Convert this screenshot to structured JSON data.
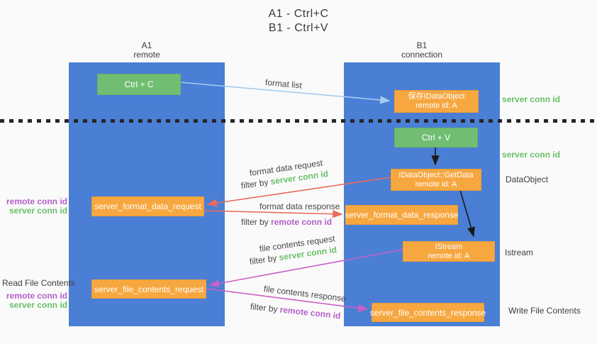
{
  "title": {
    "line1": "A1 - Ctrl+C",
    "line2": "B1 - Ctrl+V"
  },
  "lanes": {
    "left": {
      "name": "A1",
      "subtitle": "remote"
    },
    "right": {
      "name": "B1",
      "subtitle": "connection"
    }
  },
  "nodes": {
    "ctrl_c": "Ctrl + C",
    "save_idataobject_line1": "保存IDataObject",
    "save_idataobject_line2": "remote id: A",
    "ctrl_v": "Ctrl + V",
    "getdata_line1": "IDataObject::GetData",
    "getdata_line2": "remote id: A",
    "istream_line1": "IStream",
    "istream_line2": "remote id: A",
    "format_request": "server_format_data_request",
    "format_response": "server_format_data_response",
    "file_request": "server_file_contents_request",
    "file_response": "server_file_contents_response"
  },
  "labels": {
    "format_list": "format list",
    "server_conn_id": "server conn id",
    "remote_conn_id": "remote conn id",
    "filter_by": "filter by",
    "format_data_request": "format data request",
    "format_data_response": "format data response",
    "file_contents_request": "file contents request",
    "file_contents_response": "file contents response",
    "dataobject": "DataObject",
    "istream": "Istream",
    "read_file_contents": "Read File Contents",
    "write_file_contents": "Write File Contents"
  },
  "colors": {
    "lane_blue": "#4a7fd5",
    "box_green": "#71be73",
    "box_orange": "#f7a740",
    "arrow_light_blue": "#a3ccee",
    "arrow_red": "#ed6a5e",
    "arrow_magenta": "#c95fc7",
    "arrow_black": "#1a1a1a",
    "text_green": "#6abf69",
    "text_purple": "#b35fc9",
    "background": "#fafafa"
  }
}
